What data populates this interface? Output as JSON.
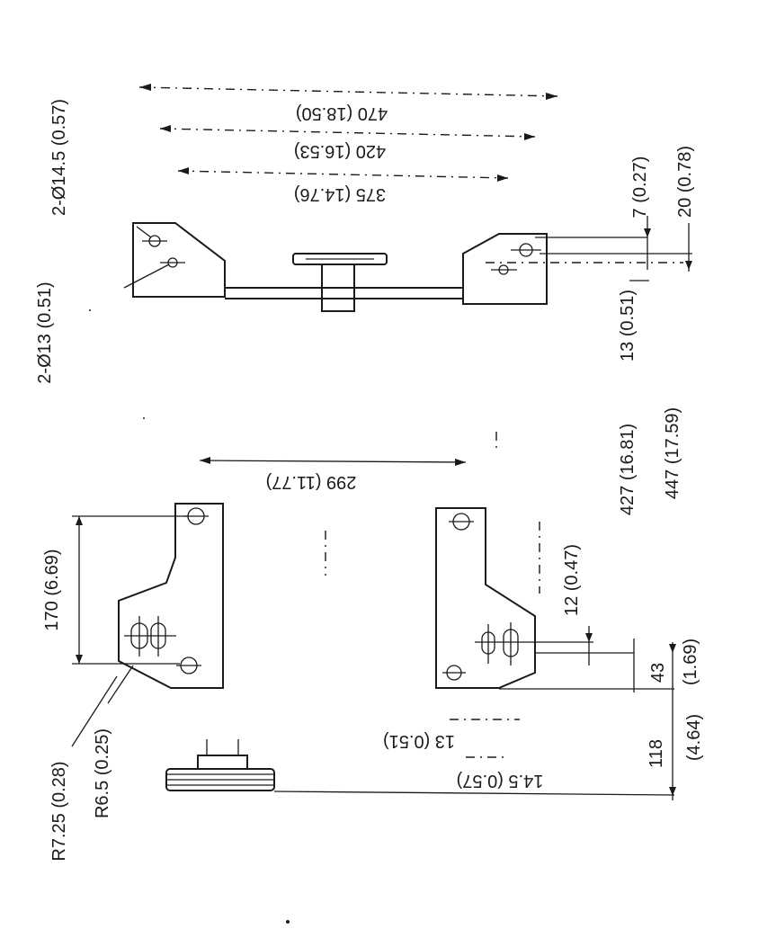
{
  "drawing": {
    "dims": {
      "d470": "470 (18.50)",
      "d420": "420 (16.53)",
      "d375": "375 (14.76)",
      "hole145": "2-Ø14.5 (0.57)",
      "hole13": "2-Ø13 (0.51)",
      "d7": "7 (0.27)",
      "d20": "20 (0.78)",
      "d427": "427 (16.81)",
      "d13a": "13 (0.51)",
      "d447": "447 (17.59)",
      "d299": "299 (11.77)",
      "d170": "170 (6.69)",
      "r725": "R7.25 (0.28)",
      "r65": "R6.5 (0.25)",
      "d12": "12 (0.47)",
      "d43a": "43",
      "d43b": "(1.69)",
      "d13b": "13 (0.51)",
      "d145": "14.5 (0.57)",
      "d118a": "118",
      "d118b": "(4.64)"
    }
  }
}
